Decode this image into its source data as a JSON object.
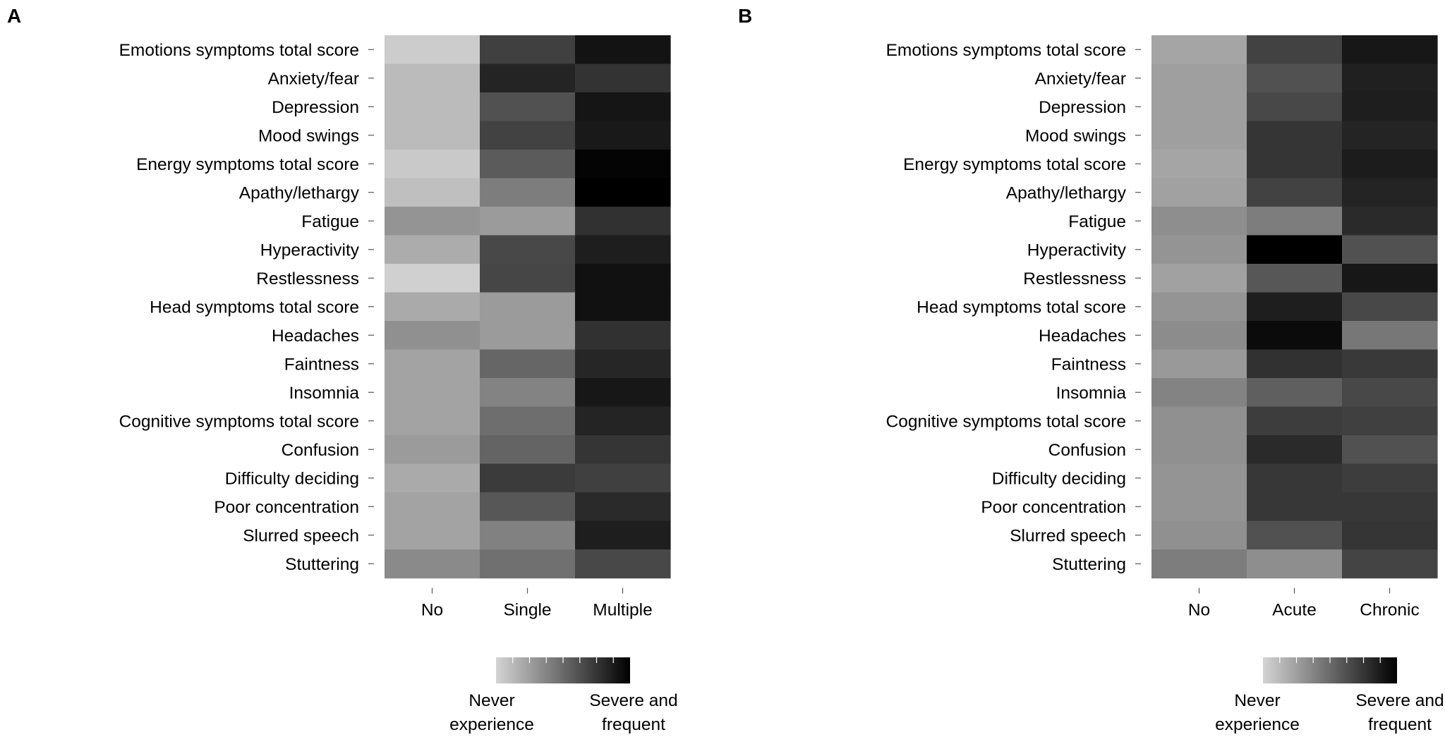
{
  "chart_data": [
    {
      "type": "heatmap",
      "panel_label": "A",
      "rows": [
        "Emotions symptoms total score",
        "Anxiety/fear",
        "Depression",
        "Mood swings",
        "Energy symptoms total score",
        "Apathy/lethargy",
        "Fatigue",
        "Hyperactivity",
        "Restlessness",
        "Head symptoms total score",
        "Headaches",
        "Faintness",
        "Insomnia",
        "Cognitive symptoms total score",
        "Confusion",
        "Difficulty deciding",
        "Poor concentration",
        "Slurred speech",
        "Stuttering"
      ],
      "columns": [
        "No",
        "Single",
        "Multiple"
      ],
      "values": [
        [
          0.04,
          0.7,
          0.91
        ],
        [
          0.12,
          0.83,
          0.76
        ],
        [
          0.12,
          0.62,
          0.9
        ],
        [
          0.12,
          0.69,
          0.88
        ],
        [
          0.05,
          0.57,
          0.98
        ],
        [
          0.1,
          0.41,
          1.0
        ],
        [
          0.3,
          0.27,
          0.77
        ],
        [
          0.19,
          0.66,
          0.86
        ],
        [
          0.02,
          0.67,
          0.92
        ],
        [
          0.2,
          0.27,
          0.92
        ],
        [
          0.32,
          0.27,
          0.77
        ],
        [
          0.23,
          0.52,
          0.82
        ],
        [
          0.23,
          0.38,
          0.89
        ],
        [
          0.23,
          0.48,
          0.83
        ],
        [
          0.27,
          0.53,
          0.75
        ],
        [
          0.2,
          0.72,
          0.7
        ],
        [
          0.23,
          0.59,
          0.8
        ],
        [
          0.23,
          0.39,
          0.86
        ],
        [
          0.35,
          0.47,
          0.66
        ]
      ],
      "legend": {
        "low_label": "Never experience",
        "high_label": "Severe and frequent",
        "color_low": "#d4d4d4",
        "color_high": "#000000"
      }
    },
    {
      "type": "heatmap",
      "panel_label": "B",
      "rows": [
        "Emotions symptoms total score",
        "Anxiety/fear",
        "Depression",
        "Mood swings",
        "Energy symptoms total score",
        "Apathy/lethargy",
        "Fatigue",
        "Hyperactivity",
        "Restlessness",
        "Head symptoms total score",
        "Headaches",
        "Faintness",
        "Insomnia",
        "Cognitive symptoms total score",
        "Confusion",
        "Difficulty deciding",
        "Poor concentration",
        "Slurred speech",
        "Stuttering"
      ],
      "columns": [
        "No",
        "Acute",
        "Chronic"
      ],
      "values": [
        [
          0.22,
          0.69,
          0.89
        ],
        [
          0.25,
          0.62,
          0.85
        ],
        [
          0.25,
          0.66,
          0.86
        ],
        [
          0.25,
          0.75,
          0.83
        ],
        [
          0.22,
          0.75,
          0.87
        ],
        [
          0.24,
          0.69,
          0.83
        ],
        [
          0.33,
          0.41,
          0.8
        ],
        [
          0.3,
          1.0,
          0.62
        ],
        [
          0.24,
          0.59,
          0.89
        ],
        [
          0.3,
          0.86,
          0.66
        ],
        [
          0.34,
          0.95,
          0.44
        ],
        [
          0.28,
          0.77,
          0.73
        ],
        [
          0.38,
          0.55,
          0.66
        ],
        [
          0.32,
          0.71,
          0.7
        ],
        [
          0.32,
          0.8,
          0.62
        ],
        [
          0.3,
          0.74,
          0.71
        ],
        [
          0.3,
          0.74,
          0.74
        ],
        [
          0.32,
          0.62,
          0.75
        ],
        [
          0.41,
          0.33,
          0.68
        ]
      ],
      "legend": {
        "low_label": "Never experience",
        "high_label": "Severe and frequent",
        "color_low": "#d4d4d4",
        "color_high": "#000000"
      }
    }
  ]
}
